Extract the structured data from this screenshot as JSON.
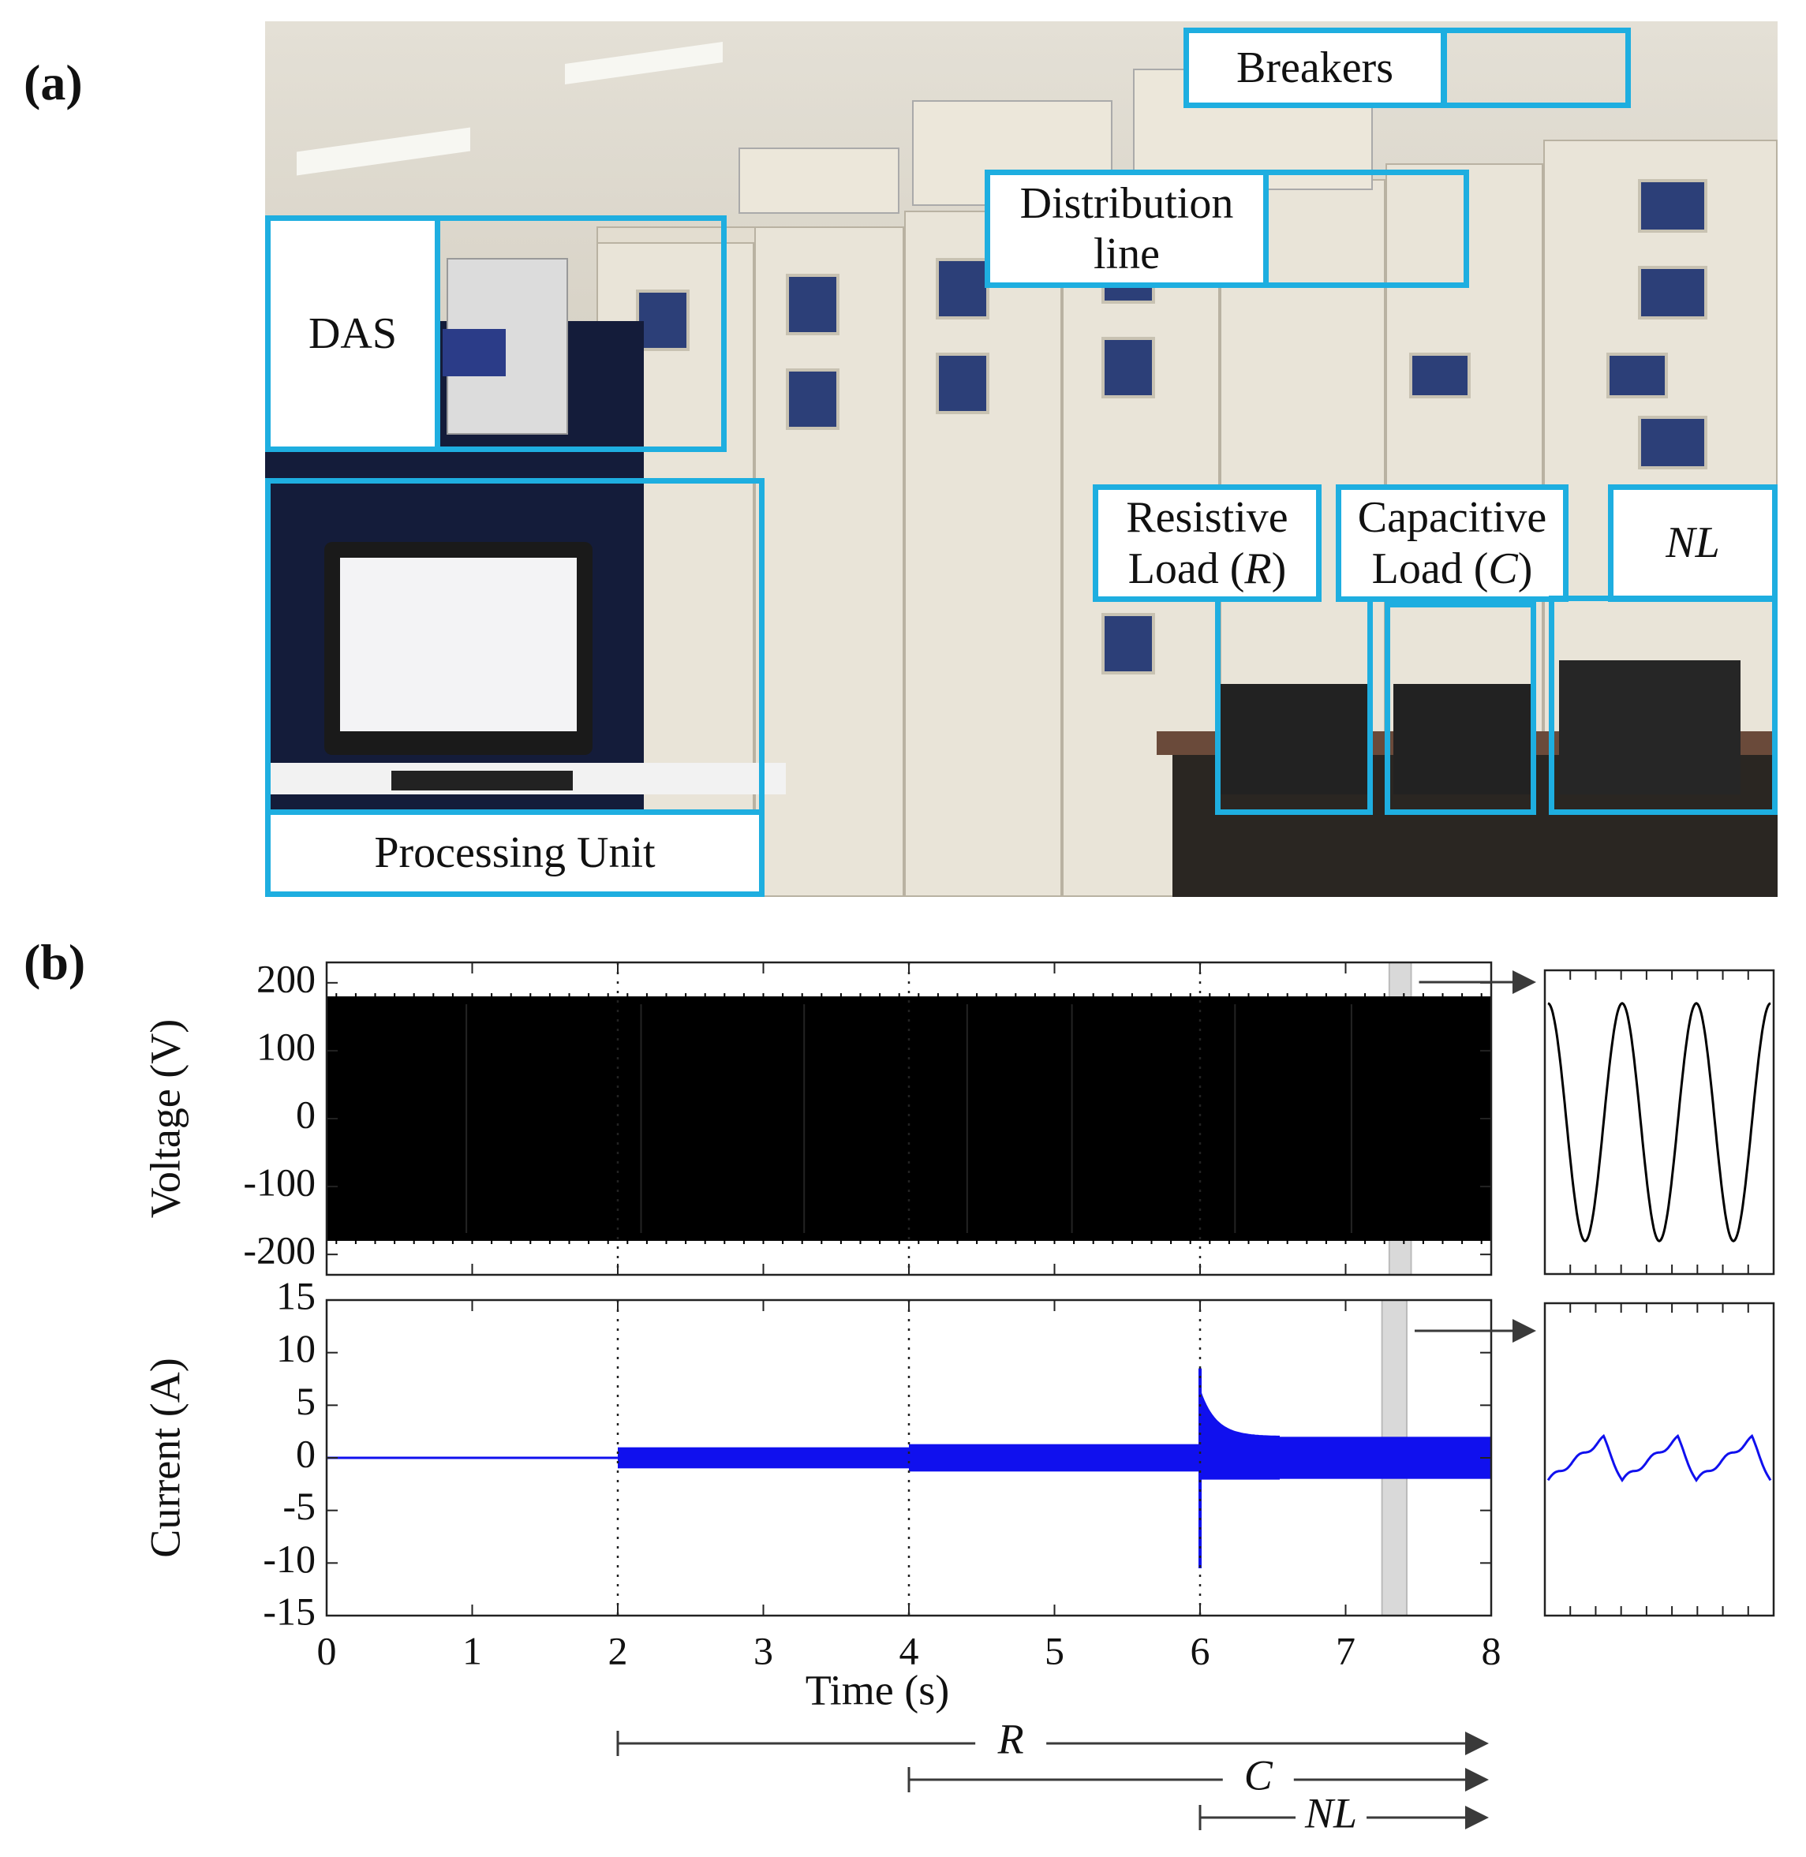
{
  "panel_a": {
    "label": "(a)",
    "annotations": {
      "breakers": "Breakers",
      "distribution_line": [
        "Distribution",
        "line"
      ],
      "das": "DAS",
      "processing_unit": "Processing Unit",
      "resistive_load": [
        "Resistive",
        "Load (",
        "R",
        ")"
      ],
      "capacitive_load": [
        "Capacitive",
        "Load (",
        "C",
        ")"
      ],
      "nl": "NL"
    }
  },
  "panel_b": {
    "label": "(b)",
    "arrows": [
      {
        "label": "R",
        "start": 2,
        "end": 8
      },
      {
        "label": "C",
        "start": 4,
        "end": 8
      },
      {
        "label": "NL",
        "start": 6,
        "end": 8
      }
    ]
  },
  "colors": {
    "annotation_border": "#1eaee0",
    "voltage_trace": "#000000",
    "current_trace": "#1010ee",
    "highlight_band": "#d9d9d9"
  },
  "chart_data": [
    {
      "type": "line",
      "ylabel": "Voltage (V)",
      "xlim": [
        0,
        8
      ],
      "ylim": [
        -230,
        230
      ],
      "yticks": [
        "200",
        "100",
        "0",
        "-100",
        "-200"
      ],
      "ytick_values": [
        200,
        100,
        0,
        -100,
        -200
      ],
      "envelope": {
        "upper": 180,
        "lower": -180
      },
      "event_lines_x": [
        2,
        4,
        6
      ],
      "highlight_x": [
        7.3,
        7.45
      ],
      "grid": false
    },
    {
      "type": "line",
      "ylabel": "Current (A)",
      "xlabel": "Time (s)",
      "xlim": [
        0,
        8
      ],
      "ylim": [
        -15,
        15
      ],
      "xticks": [
        "0",
        "1",
        "2",
        "3",
        "4",
        "5",
        "6",
        "7",
        "8"
      ],
      "yticks": [
        "15",
        "10",
        "5",
        "0",
        "-5",
        "-10",
        "-15"
      ],
      "ytick_values": [
        15,
        10,
        5,
        0,
        -5,
        -10,
        -15
      ],
      "segments": [
        {
          "x_start": 0,
          "x_end": 2,
          "amplitude": 0
        },
        {
          "x_start": 2,
          "x_end": 4,
          "amplitude": 1.0
        },
        {
          "x_start": 4,
          "x_end": 6,
          "amplitude": 1.3
        },
        {
          "x_start": 6,
          "x_end": 8,
          "amplitude": 2.0
        }
      ],
      "transient_at_6s": {
        "peak": 8.5,
        "min": -10.5
      },
      "event_lines_x": [
        2,
        4,
        6
      ],
      "highlight_x": [
        7.25,
        7.42
      ],
      "grid": false
    },
    {
      "type": "line",
      "description": "voltage zoom inset",
      "shape": "sinusoid",
      "cycles": 3,
      "ylim": [
        -230,
        230
      ],
      "amplitude": 180
    },
    {
      "type": "line",
      "description": "current zoom inset",
      "shape": "distorted periodic",
      "cycles": 3,
      "ylim": [
        -15,
        15
      ],
      "amplitude": 2
    }
  ]
}
